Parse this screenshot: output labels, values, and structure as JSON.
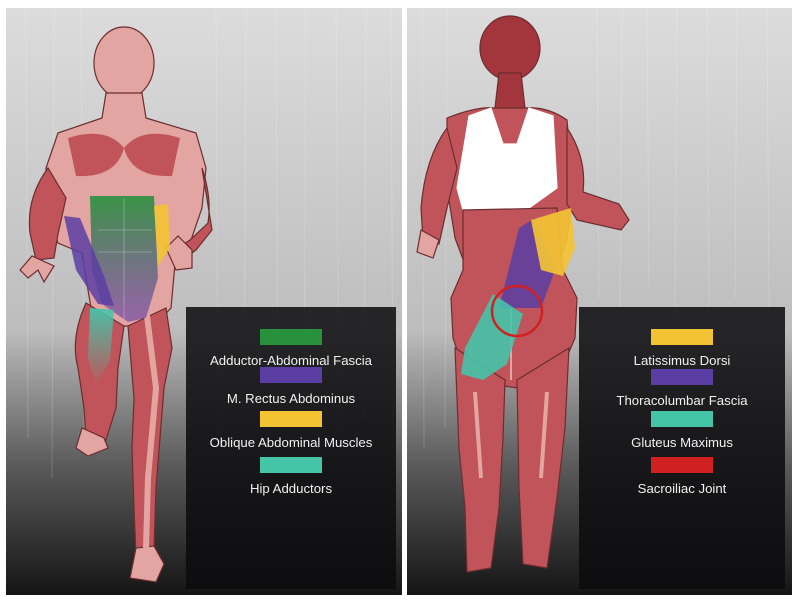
{
  "diagram": {
    "front_view": {
      "legend": [
        {
          "label": "Adductor-Abdominal Fascia",
          "color": "#27913c"
        },
        {
          "label": "M. Rectus Abdominus",
          "color": "#5b3ea3"
        },
        {
          "label": "Oblique Abdominal Muscles",
          "color": "#f3c334"
        },
        {
          "label": "Hip Adductors",
          "color": "#45c4a8"
        }
      ]
    },
    "back_view": {
      "legend": [
        {
          "label": "Latissimus Dorsi",
          "color": "#f3c334"
        },
        {
          "label": "Thoracolumbar Fascia",
          "color": "#5b3ea3"
        },
        {
          "label": "Gluteus Maximus",
          "color": "#45c4a8"
        },
        {
          "label": "Sacroiliac Joint",
          "color": "#d02020"
        }
      ]
    },
    "colors": {
      "skin": "#e3a5a2",
      "muscle": "#c0545a",
      "muscle_dark": "#a3363d",
      "outline": "#6b2d2f",
      "bra": "#ffffff",
      "background_top": "#d6d6d6",
      "background_bottom": "#1a1a1a"
    }
  }
}
